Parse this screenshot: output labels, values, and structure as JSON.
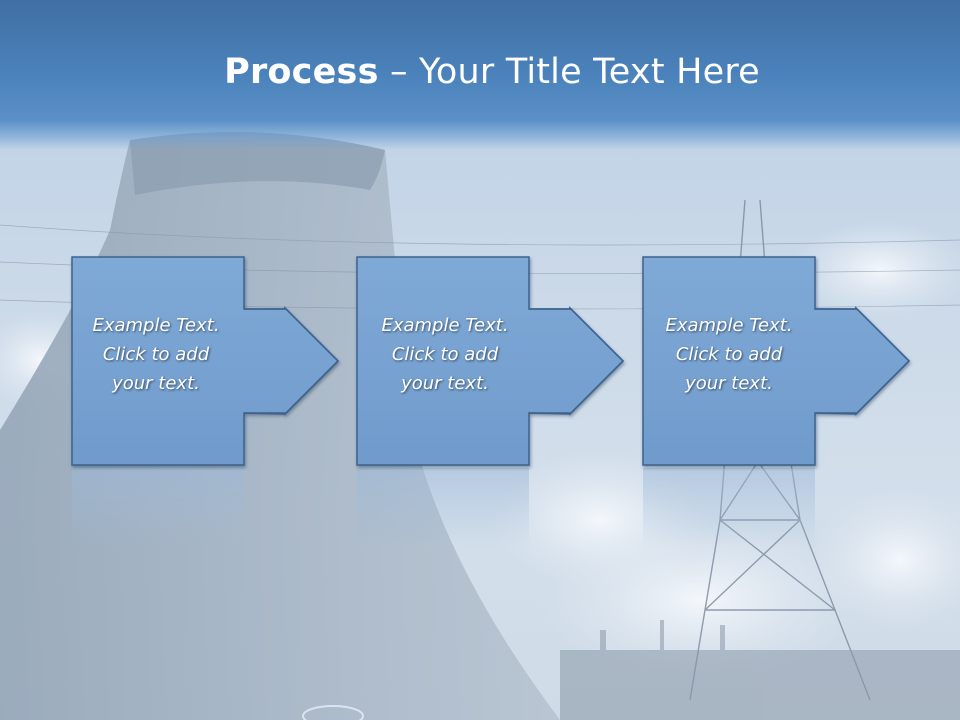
{
  "slide": {
    "title_bold": "Process",
    "title_rest": " – Your Title Text Here"
  },
  "steps": [
    {
      "line1": "Example Text.",
      "line2": "Click  to add",
      "line3": "your text."
    },
    {
      "line1": "Example Text.",
      "line2": "Click  to add",
      "line3": "your text."
    },
    {
      "line1": "Example Text.",
      "line2": "Click  to add",
      "line3": "your text."
    }
  ],
  "colors": {
    "title_band": "#4a80b9",
    "step_fill": "#7ba6d4",
    "step_border": "#3a5f8a",
    "text": "#ffffff"
  },
  "icons": [
    "arrow-right-icon",
    "arrow-right-icon",
    "arrow-right-icon"
  ]
}
